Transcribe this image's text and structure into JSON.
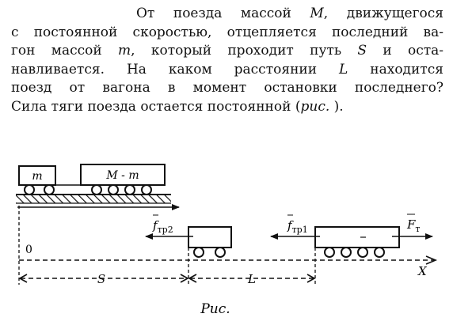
{
  "problem": {
    "l1a": "От поезда массой ",
    "l1m": "M",
    "l1b": ", движущегося",
    "l2": "с постоянной скоростью, отцепляется последний ва-",
    "l3a": "гон массой ",
    "l3m": "m",
    "l3b": ", который проходит путь ",
    "l3s": "S",
    "l3c": " и оста-",
    "l4a": "навливается. На каком расстоянии ",
    "l4l": "L",
    "l4b": " находится",
    "l5": "поезд от вагона в момент остановки последнего?",
    "l6a": "Сила тяги поезда остается постоянной (",
    "l6r": "рис.",
    "l6b": " )."
  },
  "figure": {
    "car_m": "m",
    "car_Mm": "M - m",
    "f_tr2": "f",
    "f_tr2_sub": "тр2",
    "f_tr1": "f",
    "f_tr1_sub": "тр1",
    "F_t": "F",
    "F_t_sub": "т",
    "origin": "0",
    "axis": "X",
    "dist_S": "S",
    "dist_L": "L",
    "caption": "Рис."
  }
}
